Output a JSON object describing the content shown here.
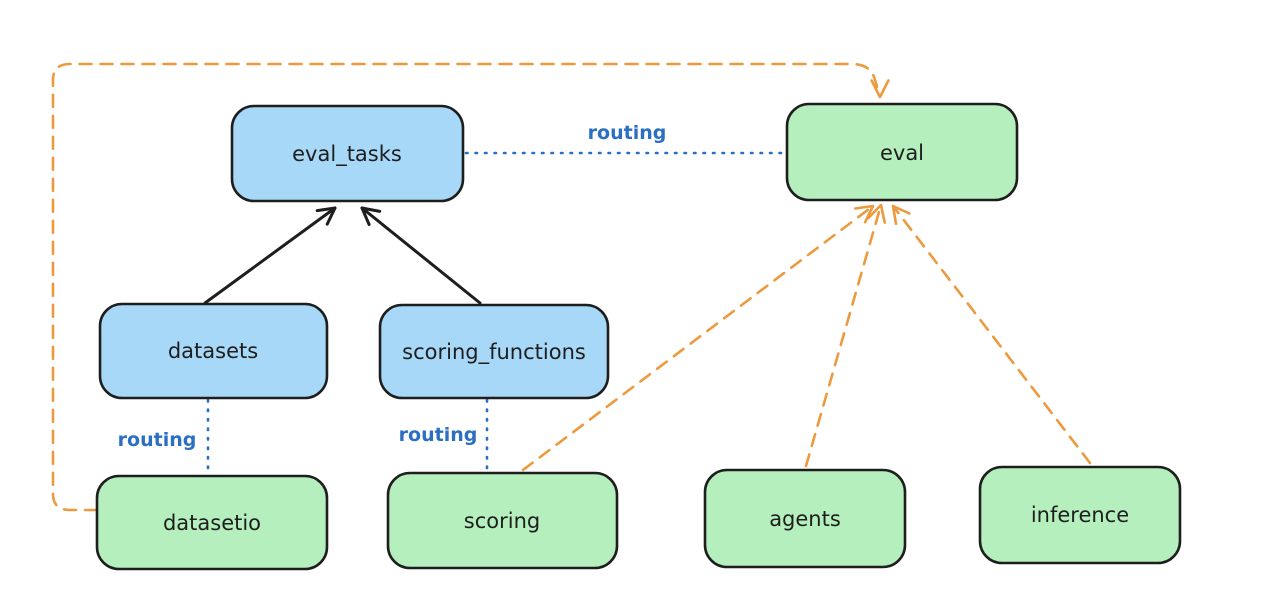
{
  "colors": {
    "background": "#ffffff",
    "stroke-dark": "#1e1e1e",
    "fill-blue": "#a7d8f7",
    "fill-green": "#b5efbd",
    "accent-blue": "#2a6fc2",
    "accent-orange": "#ec9a3d"
  },
  "nodes": {
    "eval_tasks": {
      "label": "eval_tasks",
      "color": "blue"
    },
    "eval": {
      "label": "eval",
      "color": "green"
    },
    "datasets": {
      "label": "datasets",
      "color": "blue"
    },
    "scoring_functions": {
      "label": "scoring_functions",
      "color": "blue"
    },
    "datasetio": {
      "label": "datasetio",
      "color": "green"
    },
    "scoring": {
      "label": "scoring",
      "color": "green"
    },
    "agents": {
      "label": "agents",
      "color": "green"
    },
    "inference": {
      "label": "inference",
      "color": "green"
    }
  },
  "edges": [
    {
      "from": "datasets",
      "to": "eval_tasks",
      "style": "solid",
      "color": "dark",
      "label": ""
    },
    {
      "from": "scoring_functions",
      "to": "eval_tasks",
      "style": "solid",
      "color": "dark",
      "label": ""
    },
    {
      "from": "eval_tasks",
      "to": "eval",
      "style": "dotted",
      "color": "blue",
      "label": "routing"
    },
    {
      "from": "datasets",
      "to": "datasetio",
      "style": "dotted",
      "color": "blue",
      "label": "routing"
    },
    {
      "from": "scoring_functions",
      "to": "scoring",
      "style": "dotted",
      "color": "blue",
      "label": "routing"
    },
    {
      "from": "datasetio",
      "to": "eval",
      "style": "dashed",
      "color": "orange",
      "label": ""
    },
    {
      "from": "scoring",
      "to": "eval",
      "style": "dashed",
      "color": "orange",
      "label": ""
    },
    {
      "from": "agents",
      "to": "eval",
      "style": "dashed",
      "color": "orange",
      "label": ""
    },
    {
      "from": "inference",
      "to": "eval",
      "style": "dashed",
      "color": "orange",
      "label": ""
    }
  ]
}
